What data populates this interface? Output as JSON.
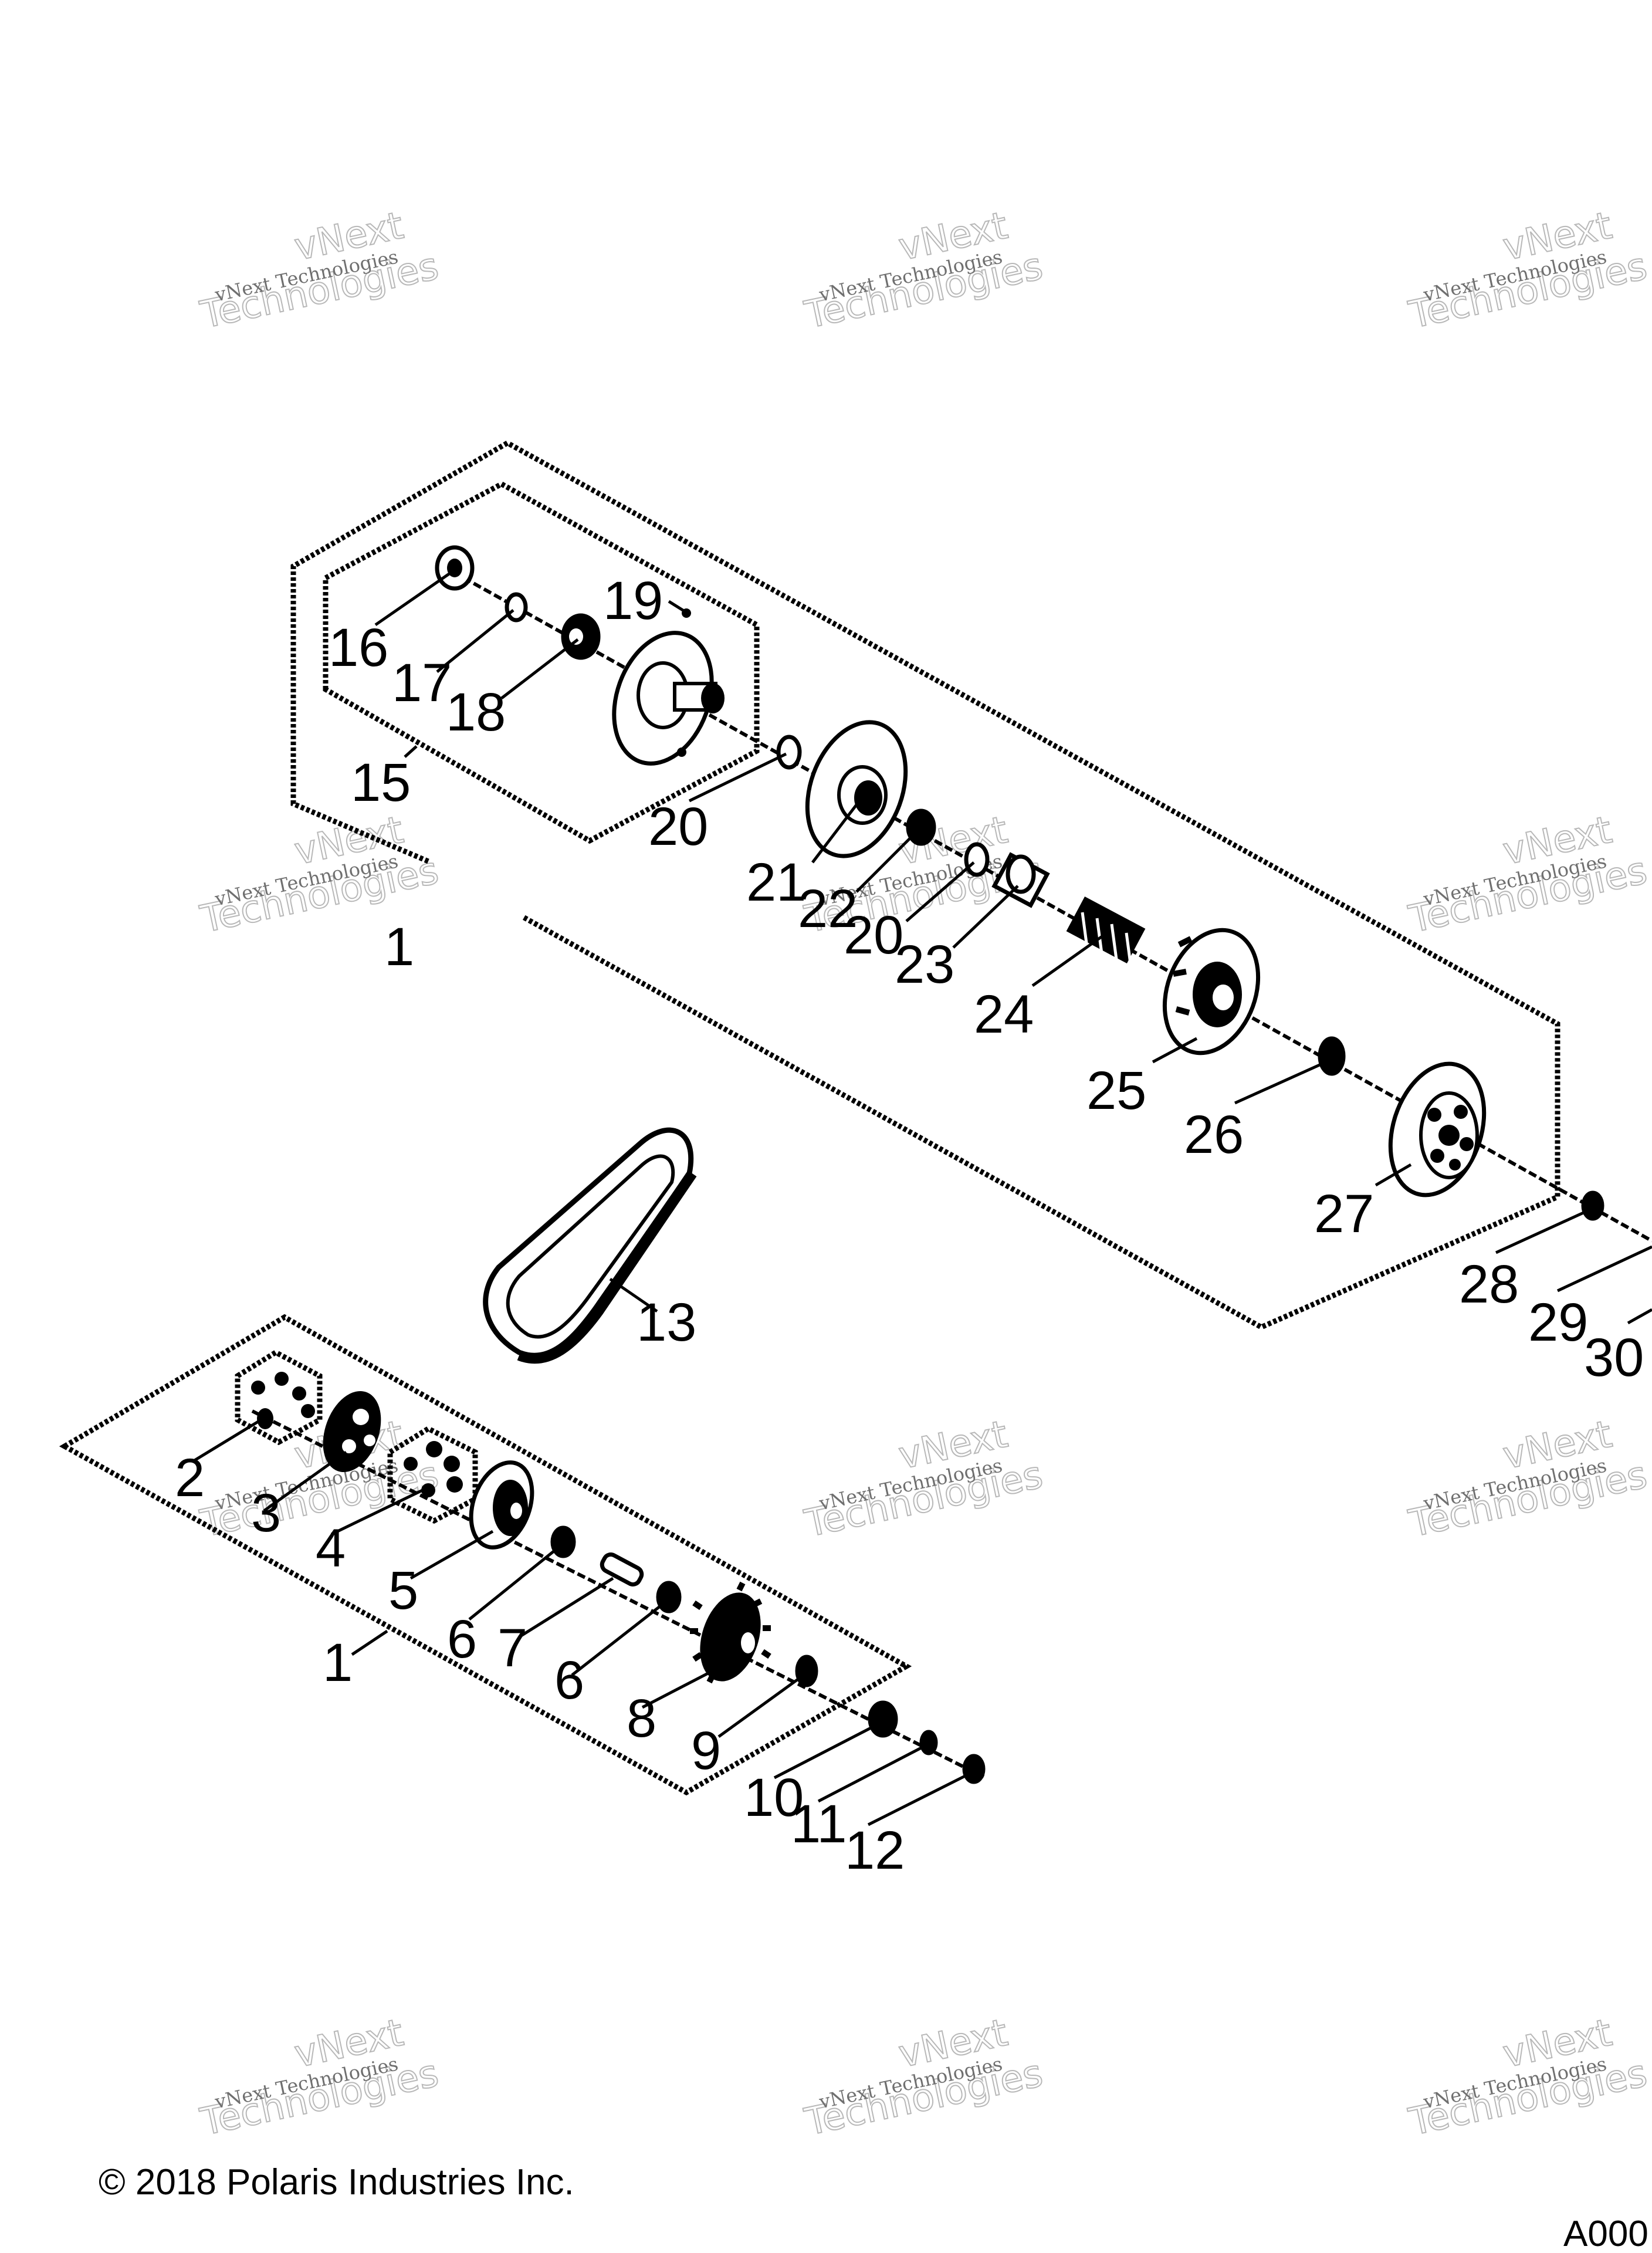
{
  "copyright": "© 2018 Polaris Industries Inc.",
  "figure_code": "A000",
  "watermark": {
    "line1": "vNext Technologies",
    "line2": "vNext",
    "line3": "Technologies"
  },
  "callouts": {
    "c1_upper": "1",
    "c1_lower": "1",
    "c2": "2",
    "c3": "3",
    "c4": "4",
    "c5": "5",
    "c6a": "6",
    "c6b": "6",
    "c7": "7",
    "c8": "8",
    "c9": "9",
    "c10": "10",
    "c11": "11",
    "c12": "12",
    "c13": "13",
    "c15": "15",
    "c16": "16",
    "c17": "17",
    "c18": "18",
    "c19": "19",
    "c20a": "20",
    "c20b": "20",
    "c21": "21",
    "c22": "22",
    "c23": "23",
    "c24": "24",
    "c25": "25",
    "c26": "26",
    "c27": "27",
    "c28": "28",
    "c29": "29",
    "c30": "30"
  }
}
